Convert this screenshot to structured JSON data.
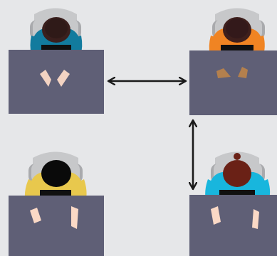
{
  "scene": {
    "background": "#e6e7e9",
    "desk_color": "#5f5f76",
    "chair_color": "#c7c8ca",
    "chair_shade": "#a9aaad",
    "arrow_color": "#1a1a1a",
    "workers": [
      {
        "id": "top-left",
        "shirt": "#127b9e",
        "hair": "#3a1f1d",
        "skin": "#fbd9c6"
      },
      {
        "id": "top-right",
        "shirt": "#f08423",
        "hair": "#3e1f1c",
        "skin": "#b4804d"
      },
      {
        "id": "bottom-left",
        "shirt": "#e8c84d",
        "hair": "#0a0a0a",
        "skin": "#fbd9c6"
      },
      {
        "id": "bottom-right",
        "shirt": "#18b6dd",
        "hair": "#6a2116",
        "skin": "#fbd9c6"
      }
    ],
    "arrows": [
      {
        "id": "horizontal",
        "direction": "left-right"
      },
      {
        "id": "vertical",
        "direction": "up-down"
      }
    ]
  }
}
